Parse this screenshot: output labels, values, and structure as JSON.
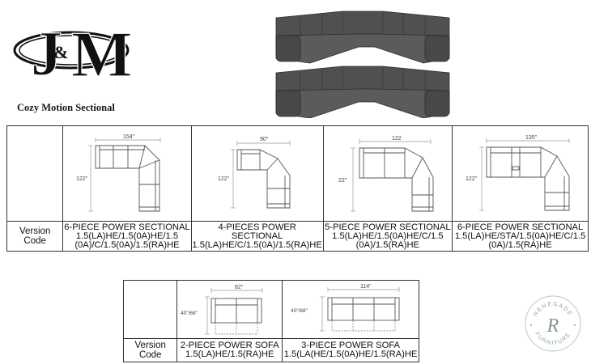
{
  "brand": {
    "logo_text": "J&M",
    "product_name": "Cozy Motion Sectional"
  },
  "photos": {
    "icon": "sectional-sofa-photos",
    "color": "#4a4b4d"
  },
  "top_table": {
    "row_label": "Version Code",
    "items": [
      {
        "title": "6-PIECE POWER SECTIONAL",
        "code_line1": "1.5(LA)HE/1.5(0A)HE/1.5",
        "code_line2": "(0A)/C/1.5(0A)/1.5(RA)HE",
        "width": "154\"",
        "depth": "122\""
      },
      {
        "title": "4-PIECES POWER SECTIONAL",
        "code_line1": "1.5(LA)HE/C/1.5(0A)/1.5(RA)HE",
        "code_line2": "",
        "width": "90\"",
        "depth": "122\""
      },
      {
        "title": "5-PIECE POWER SECTIONAL",
        "code_line1": "1.5(LA)HE/1.5(0A)HE/C/1.5",
        "code_line2": "(0A)/1.5(RA)HE",
        "width": "122",
        "depth": "22\""
      },
      {
        "title": "6-PIECE POWER SECTIONAL",
        "code_line1": "1.5(LA)HE/STA/1.5(0A)HE/C/1.5",
        "code_line2": "(0A)/1.5(RA)HE",
        "width": "135\"",
        "depth": "122\""
      }
    ]
  },
  "bottom_table": {
    "row_label": "Version Code",
    "items": [
      {
        "title": "2-PIECE POWER SOFA",
        "code_line1": "1.5(LA)HE/1.5(RA)HE",
        "width": "82\"",
        "depth": "40\"/68\""
      },
      {
        "title": "3-PIECE POWER SOFA",
        "code_line1": "1.5(LA(HE/1.5(0A)HE/1.5(RA)HE",
        "width": "114\"",
        "depth": "40\"/68\""
      }
    ]
  },
  "watermark": {
    "top_text": "RENEGADE",
    "bottom_text": "FURNITURE",
    "monogram": "R",
    "color": "#8fa8a6"
  }
}
